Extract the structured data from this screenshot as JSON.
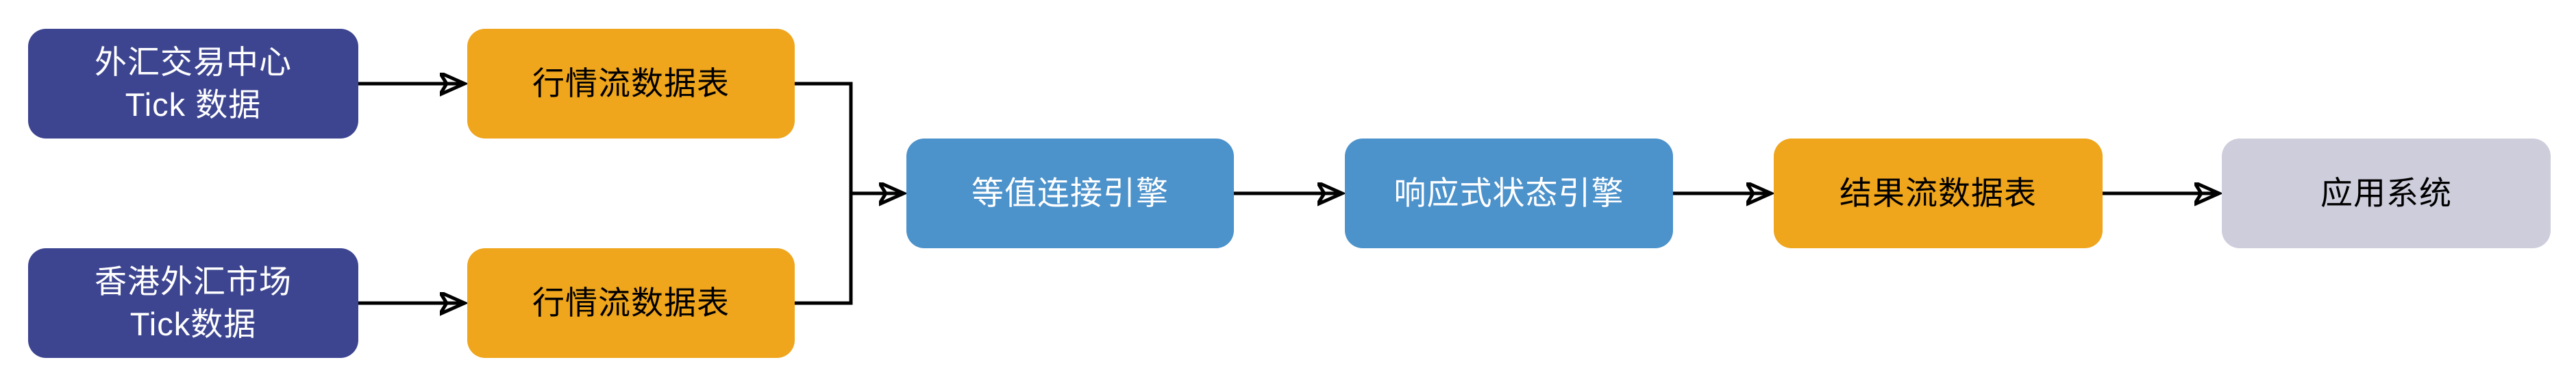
{
  "diagram": {
    "background_color": "#FFFFFF",
    "connector_color": "#000000",
    "nodes": [
      {
        "id": "cfets-tick-source",
        "lines": [
          "外汇交易中心",
          "Tick 数据"
        ],
        "fill": "#3D4590",
        "text_color": "#FFFFFF"
      },
      {
        "id": "hk-fx-market-tick-source",
        "lines": [
          "香港外汇市场",
          "Tick数据"
        ],
        "fill": "#3D4590",
        "text_color": "#FFFFFF"
      },
      {
        "id": "quote-stream-table-top",
        "lines": [
          "行情流数据表"
        ],
        "fill": "#EFA51C",
        "text_color": "#000000"
      },
      {
        "id": "quote-stream-table-bottom",
        "lines": [
          "行情流数据表"
        ],
        "fill": "#EFA51C",
        "text_color": "#000000"
      },
      {
        "id": "equi-join-engine",
        "lines": [
          "等值连接引擎"
        ],
        "fill": "#4C92CB",
        "text_color": "#FFFFFF"
      },
      {
        "id": "reactive-state-engine",
        "lines": [
          "响应式状态引擎"
        ],
        "fill": "#4C92CB",
        "text_color": "#FFFFFF"
      },
      {
        "id": "result-stream-table",
        "lines": [
          "结果流数据表"
        ],
        "fill": "#EFA51C",
        "text_color": "#000000"
      },
      {
        "id": "application-system",
        "lines": [
          "应用系统"
        ],
        "fill": "#CECDDC",
        "text_color": "#000000"
      }
    ]
  }
}
